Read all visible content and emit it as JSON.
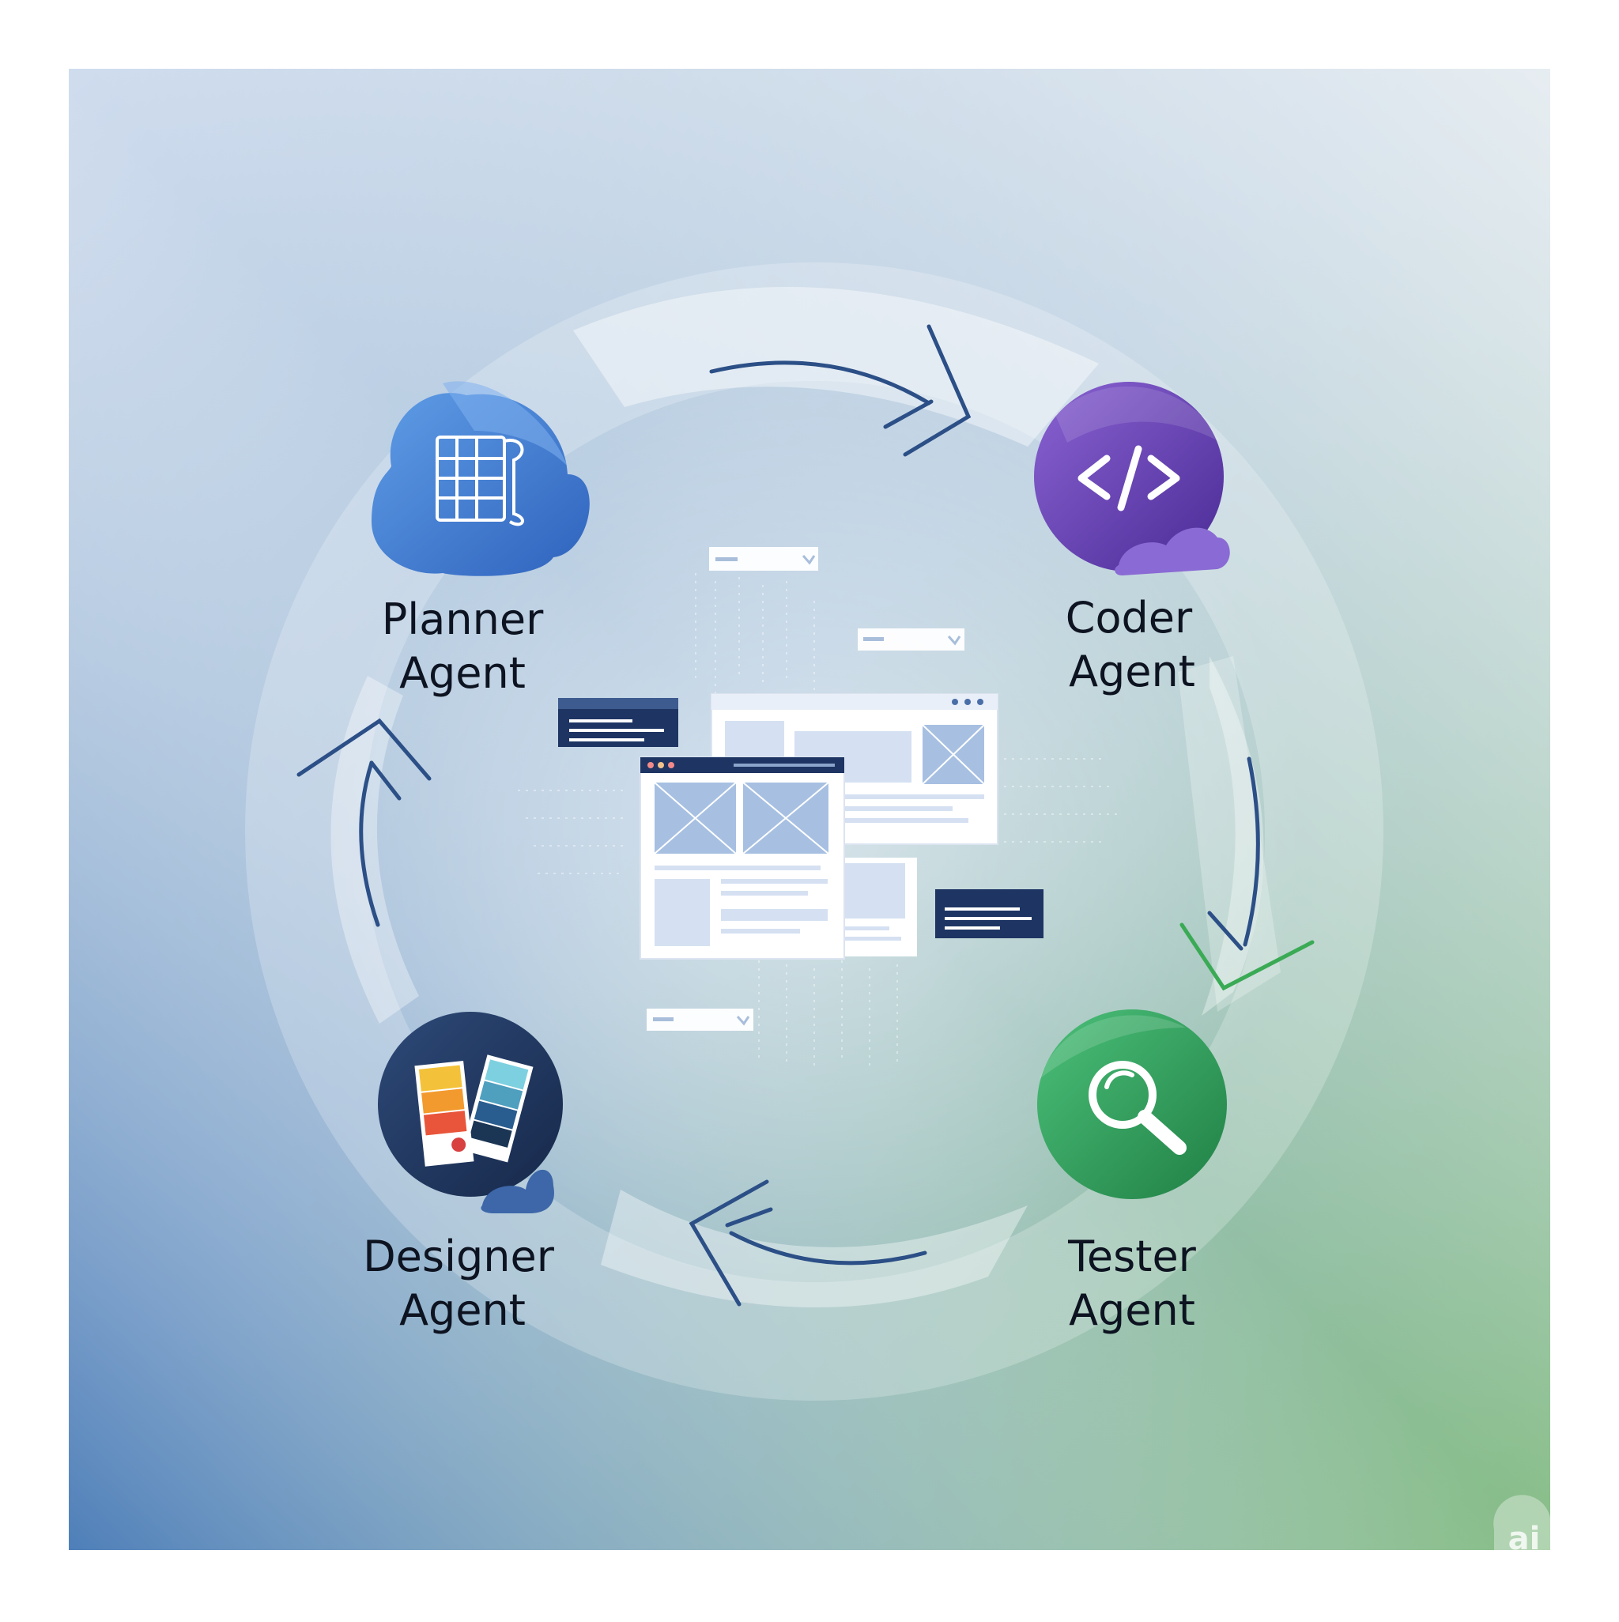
{
  "diagram": {
    "type": "cycle",
    "agents": [
      {
        "id": "planner",
        "line1": "Planner",
        "line2": "Agent",
        "icon": "blueprint-icon",
        "color": "#3d78d0"
      },
      {
        "id": "coder",
        "line1": "Coder",
        "line2": "Agent",
        "icon": "code-icon",
        "color": "#5a3aa8"
      },
      {
        "id": "tester",
        "line1": "Tester",
        "line2": "Agent",
        "icon": "magnifier-icon",
        "color": "#2f9b5c"
      },
      {
        "id": "designer",
        "line1": "Designer",
        "line2": "Agent",
        "icon": "color-swatch-icon",
        "color": "#1f3558"
      }
    ],
    "center_icon": "web-layout-wireframes-icon",
    "flow": "clockwise",
    "corner_badge": "ai"
  },
  "colors": {
    "background_top_left": "#c9d8ec",
    "background_bottom_left": "#4f7fb7",
    "background_bottom_right": "#86bf86",
    "arrow_stroke": "#2b4f86",
    "check_stroke": "#3aaa55"
  }
}
